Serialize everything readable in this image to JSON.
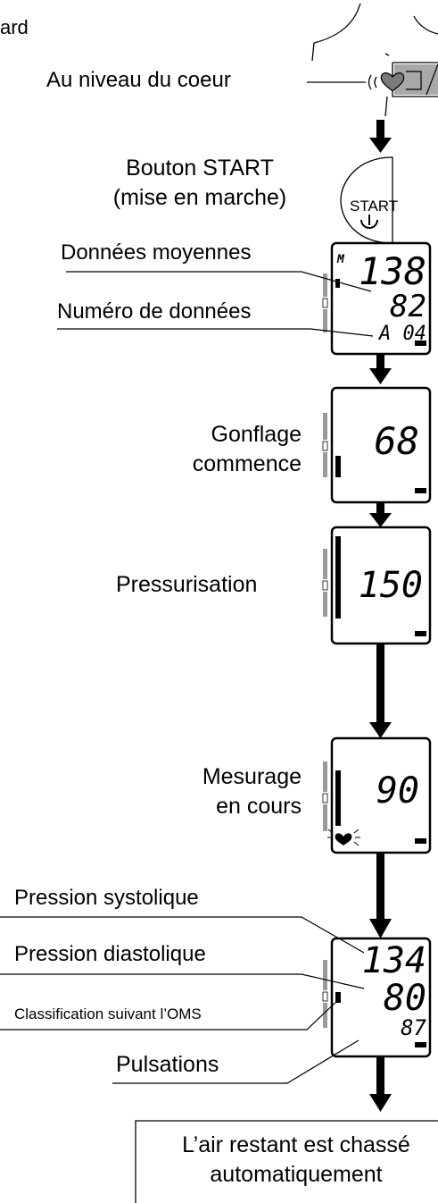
{
  "header_fragment": "ard",
  "labels": {
    "heart_level": "Au niveau du coeur",
    "start_button_line1": "Bouton START",
    "start_button_line2": "(mise en marche)",
    "average_data": "Données moyennes",
    "data_number": "Numéro de données",
    "inflation_line1": "Gonflage",
    "inflation_line2": "commence",
    "pressurization": "Pressurisation",
    "measuring_line1": "Mesurage",
    "measuring_line2": "en cours",
    "systolic": "Pression systolique",
    "diastolic": "Pression diastolique",
    "who_classification": "Classification suivant l’OMS",
    "pulse": "Pulsations",
    "final_line1": "L’air restant est chassé",
    "final_line2": "automatiquement"
  },
  "start_button": {
    "text": "START",
    "icon": "power-icon"
  },
  "displays": {
    "average": {
      "mode": "M",
      "sys": "138",
      "dia": "82",
      "memory": "A 04"
    },
    "inflation": {
      "value": "68"
    },
    "pressurization": {
      "value": "150"
    },
    "measuring": {
      "value": "90",
      "icon": "heart-icon"
    },
    "result": {
      "sys": "134",
      "dia": "80",
      "pulse": "87"
    }
  },
  "colors": {
    "ink": "#000000",
    "gray_bar": "#9a9a9a",
    "heart": "#7a7a7a"
  }
}
